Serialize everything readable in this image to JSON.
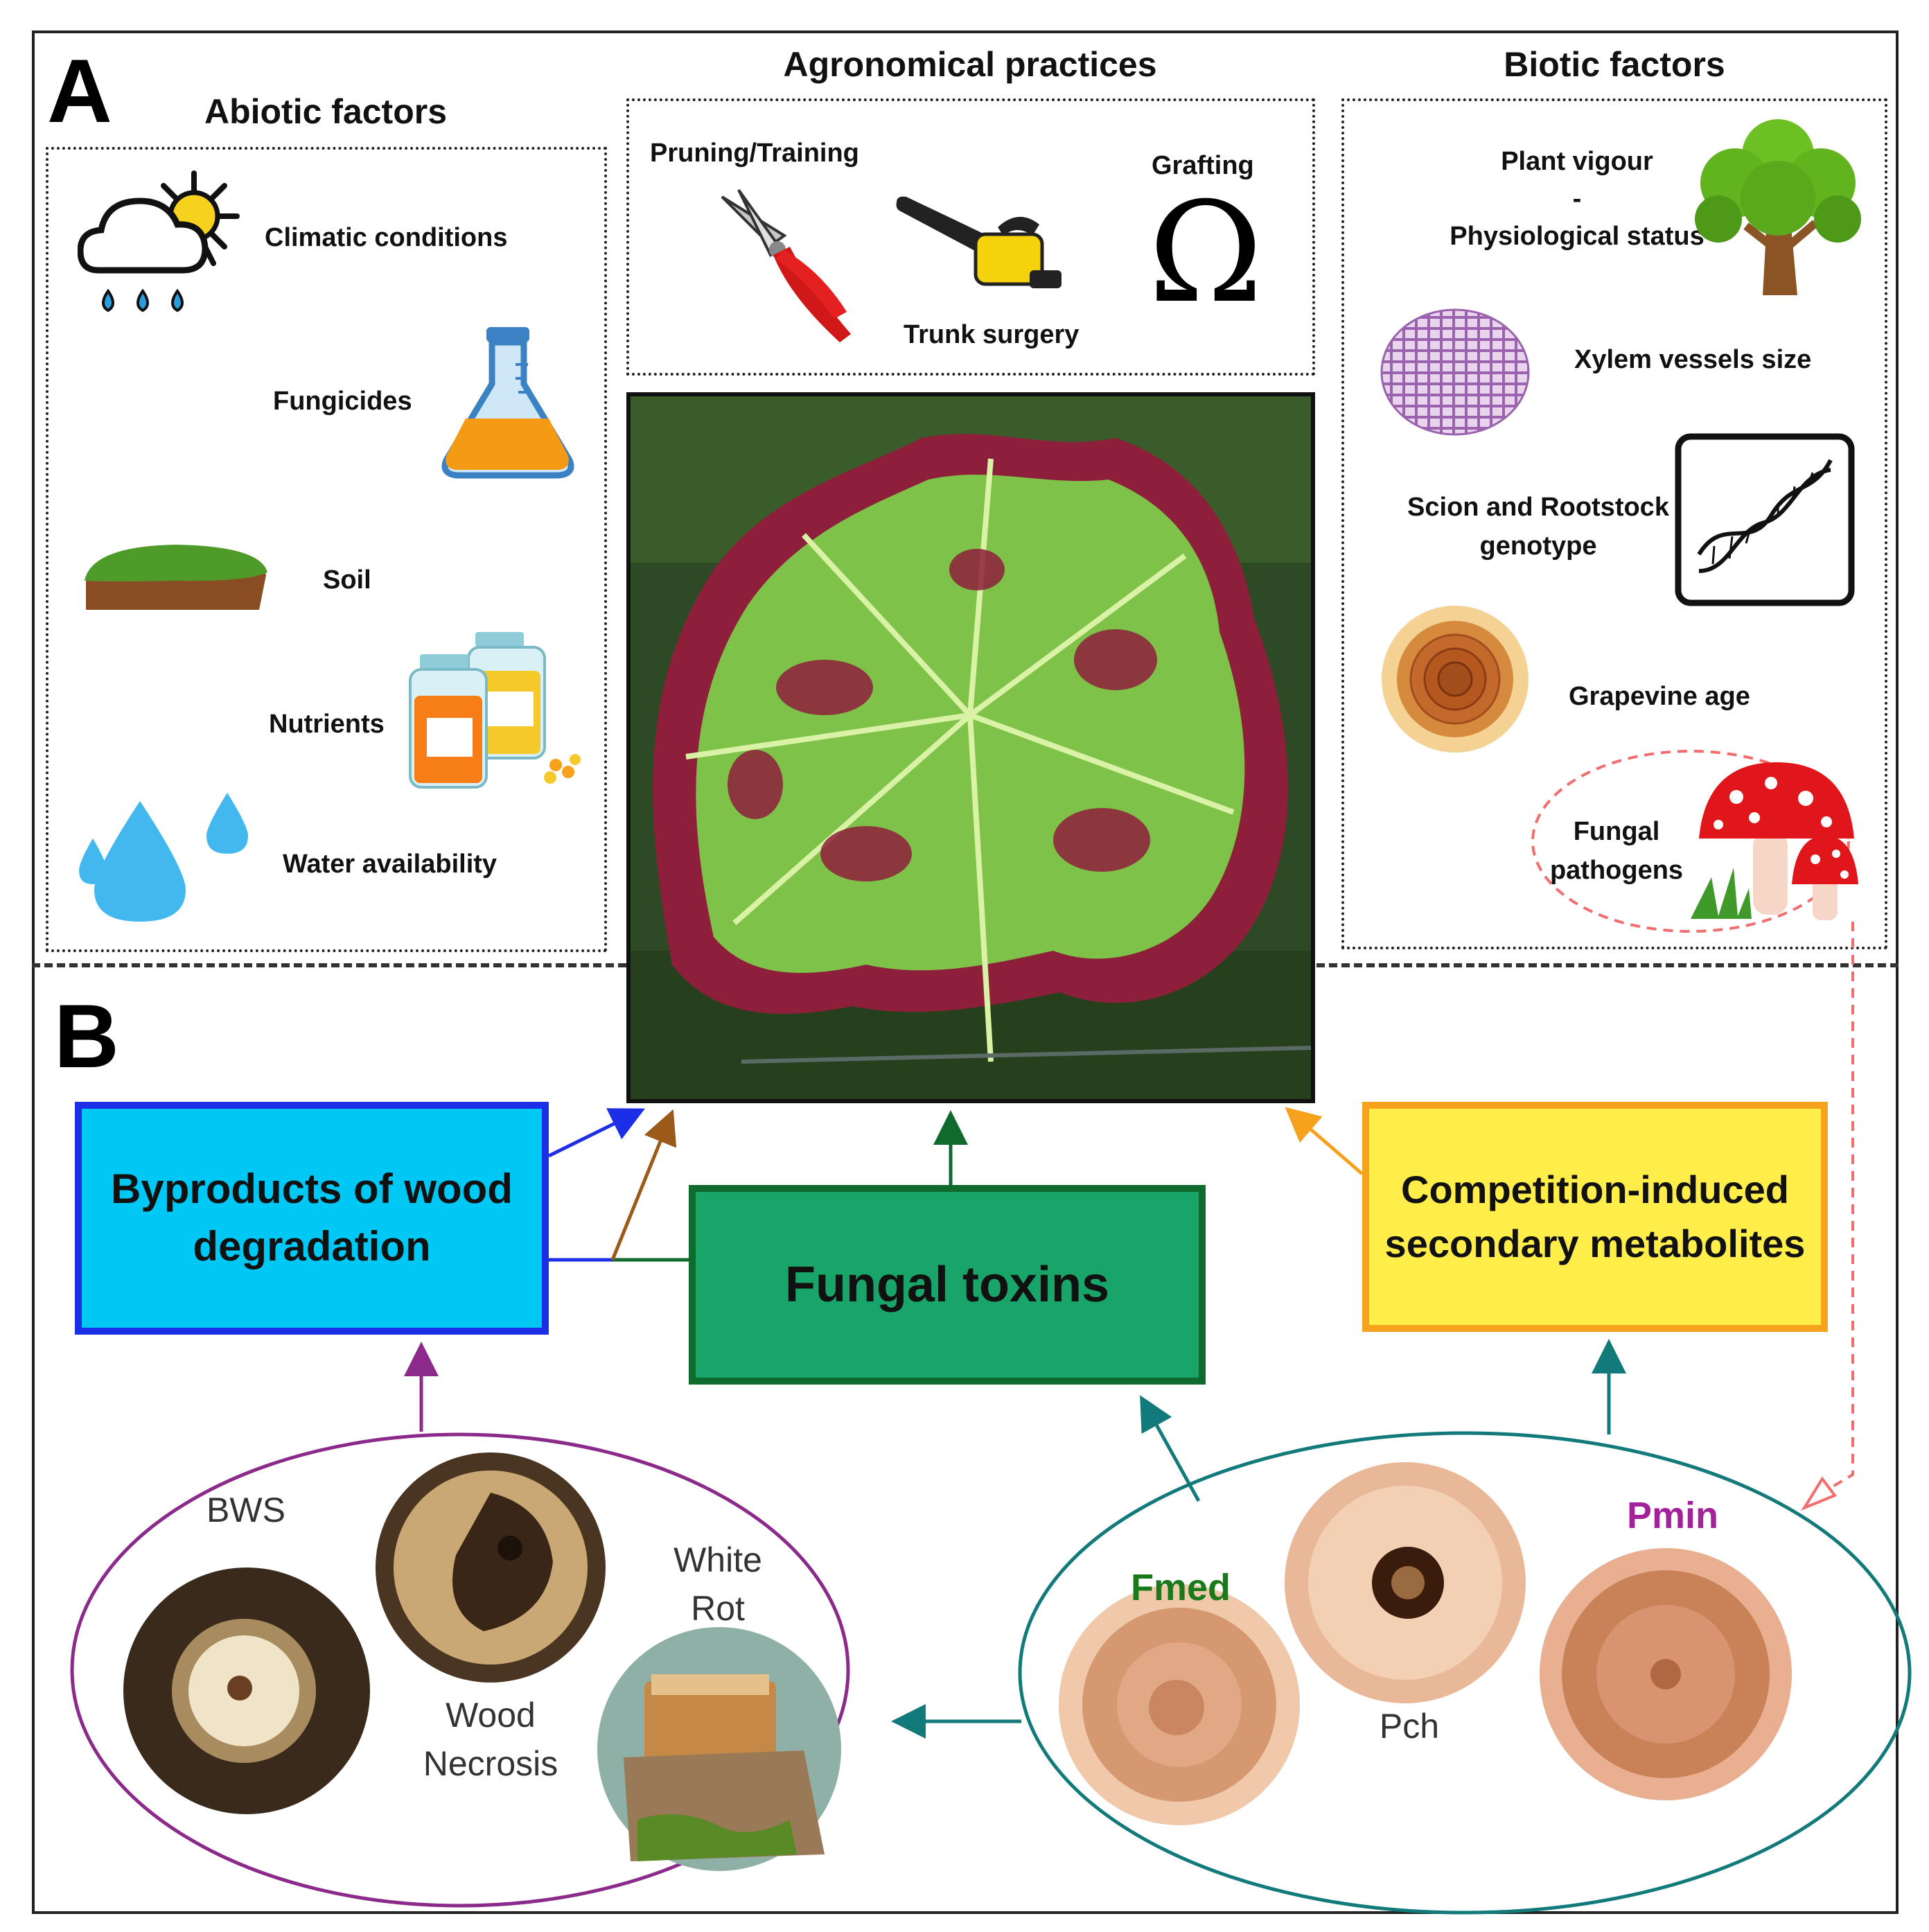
{
  "panels": {
    "a": "A",
    "b": "B"
  },
  "abiotic": {
    "title": "Abiotic factors",
    "items": [
      "Climatic conditions",
      "Fungicides",
      "Soil",
      "Nutrients",
      "Water availability"
    ]
  },
  "agronomical": {
    "title": "Agronomical practices",
    "items": [
      "Pruning/Training",
      "Trunk surgery",
      "Grafting"
    ],
    "grafting_symbol": "Ω"
  },
  "biotic": {
    "title": "Biotic factors",
    "plant_vigour": [
      "Plant vigour",
      "-",
      "Physiological status"
    ],
    "xylem": "Xylem vessels size",
    "genotype": [
      "Scion and Rootstock",
      "genotype"
    ],
    "age": "Grapevine age",
    "pathogens": [
      "Fungal",
      "pathogens"
    ]
  },
  "flow": {
    "byproducts": [
      "Byproducts of wood",
      "degradation"
    ],
    "toxins": "Fungal toxins",
    "metabolites": [
      "Competition-induced",
      "secondary metabolites"
    ]
  },
  "wood_symptoms": {
    "bws": "BWS",
    "necrosis": [
      "Wood",
      "Necrosis"
    ],
    "white_rot": [
      "White",
      "Rot"
    ]
  },
  "fungi": {
    "fmed": "Fmed",
    "pch": "Pch",
    "pmin": "Pmin"
  },
  "colors": {
    "byproducts_fill": "#00c8f4",
    "byproducts_border": "#1c2fe6",
    "toxins_fill": "#19a56a",
    "toxins_border": "#0f6a2e",
    "metabolites_fill": "#ffee4a",
    "metabolites_border": "#f7a21c",
    "fmed_text": "#1a7a1a",
    "pmin_text": "#a3229a",
    "wood_ellipse": "#8b2a8a",
    "fungi_ellipse": "#127a7a"
  }
}
